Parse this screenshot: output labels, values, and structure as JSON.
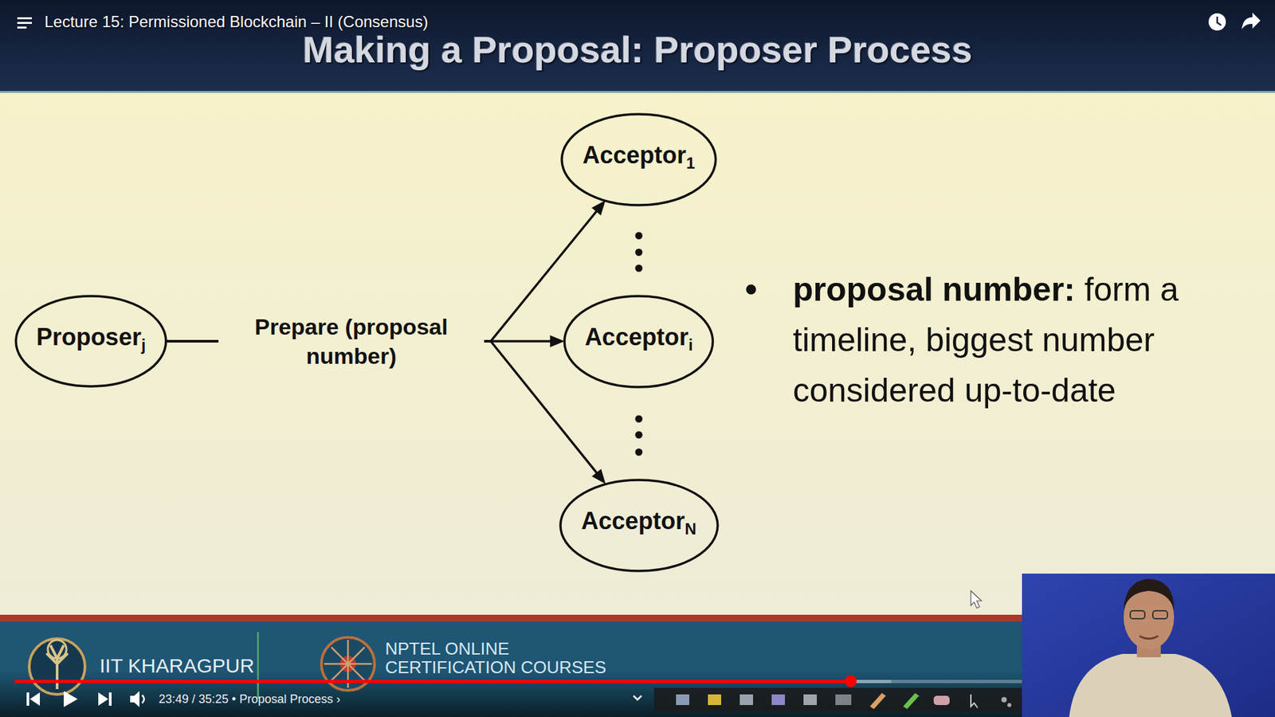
{
  "diagram": {
    "title": "Making a Proposal: Proposer Process",
    "nodes": [
      {
        "text": [
          "Proposer",
          "j"
        ]
      },
      {
        "text": [
          "Acceptor",
          "1"
        ]
      },
      {
        "text": [
          "Acceptor",
          "i"
        ]
      },
      {
        "text": [
          "Acceptor",
          "N"
        ]
      }
    ],
    "edges": [
      {
        "from": 0,
        "to": 1,
        "arrow": "to"
      },
      {
        "from": 0,
        "to": 2,
        "label": "Prepare (proposal number)",
        "arrow": "to"
      },
      {
        "from": 0,
        "to": 3,
        "arrow": "to"
      }
    ],
    "labels": [
      "Lecture 15: Permissioned Blockchain – II (Consensus)",
      "proposal number:",
      "form a timeline, biggest number considered up-to-date",
      "IIT KHARAGPUR",
      "NPTEL ONLINE",
      "CERTIFICATION COURSES",
      "23:49 / 35:25 • Proposal Process ›"
    ]
  }
}
